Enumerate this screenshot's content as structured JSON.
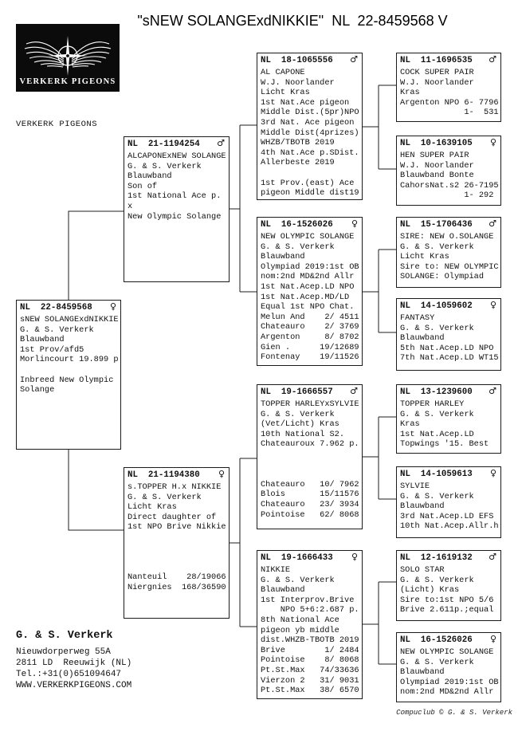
{
  "title": "\"sNEW SOLANGExdNIKKIE\"  NL  22-8459568 V",
  "logo": {
    "brand": "VERKERK PIGEONS"
  },
  "watermark": "VERKERK PIGEONS",
  "pedigree": {
    "subject": {
      "ring": "NL  22-8459568",
      "sex": "♀",
      "body": "sNEW SOLANGExdNIKKIE\nG. & S. Verkerk\nBlauwband\n1st Prov/afd5\nMorlincourt 19.899 p\n\nInbreed New Olympic\nSolange"
    },
    "sire": {
      "ring": "NL  21-1194254",
      "sex": "♂",
      "body": "ALCAPONExNEW SOLANGE\nG. & S. Verkerk\nBlauwband\nSon of\n1st National Ace p.\nx\nNew Olympic Solange"
    },
    "dam": {
      "ring": "NL  21-1194380",
      "sex": "♀",
      "body": "s.TOPPER H.x NIKKIE\nG. & S. Verkerk\nLicht Kras\nDirect daughter of\n1st NPO Brive Nikkie\n\n\n\n\nNanteuil    28/19066\nNiergnies  168/36590"
    },
    "sire_sire": {
      "ring": "NL  18-1065556",
      "sex": "♂",
      "body": "AL CAPONE\nW.J. Noorlander\nLicht Kras\n1st Nat.Ace pigeon\nMiddle Dist.(5pr)NPO\n3rd Nat. Ace pigeon\nMiddle Dist(4prizes)\nWHZB/TBOTB 2019\n4th Nat.Ace p.SDist.\nAllerbeste 2019\n\n1st Prov.(east) Ace\npigeon Middle dist19"
    },
    "sire_dam": {
      "ring": "NL  16-1526026",
      "sex": "♀",
      "body": "NEW OLYMPIC SOLANGE\nG. & S. Verkerk\nBlauwband\nOlympiad 2019:1st OB\nnom:2nd MD&2nd Allr\n1st Nat.Acep.LD NPO\n1st Nat.Acep.MD/LD\nEqual 1st NPO Chat.\nMelun And    2/ 4511\nChateauro    2/ 3769\nArgenton     8/ 8702\nGien .      19/12689\nFontenay    19/11526"
    },
    "dam_sire": {
      "ring": "NL  19-1666557",
      "sex": "♂",
      "body": "TOPPER HARLEYxSYLVIE\nG. & S. Verkerk\n(Vet/Licht) Kras\n10th National S2.\nChateauroux 7.962 p.\n\n\n\nChateauro   10/ 7962\nBlois       15/11576\nChateauro   23/ 3934\nPointoise   62/ 8068"
    },
    "dam_dam": {
      "ring": "NL  19-1666433",
      "sex": "♀",
      "body": "NIKKIE\nG. & S. Verkerk\nBlauwband\n1st Interprov.Brive\n    NPO 5+6:2.687 p.\n8th National Ace\npigeon yb middle\ndist.WHZB-TBOTB 2019\nBrive        1/ 2484\nPointoise    8/ 8068\nPt.St.Max   74/33636\nVierzon 2   31/ 9031\nPt.St.Max   38/ 6570"
    },
    "ss_sire": {
      "ring": "NL  11-1696535",
      "sex": "♂",
      "body": "COCK SUPER PAIR\nW.J. Noorlander\nKras\nArgenton NPO 6- 7796\n             1-  531"
    },
    "ss_dam": {
      "ring": "NL  10-1639105",
      "sex": "♀",
      "body": "HEN SUPER PAIR\nW.J. Noorlander\nBlauwband Bonte\nCahorsNat.s2 26-7195\n             1- 292"
    },
    "sd_sire": {
      "ring": "NL  15-1706436",
      "sex": "♂",
      "body": "SIRE: NEW O.SOLANGE\nG. & S. Verkerk\nLicht Kras\nSire to: NEW OLYMPIC\nSOLANGE: Olympiad"
    },
    "sd_dam": {
      "ring": "NL  14-1059602",
      "sex": "♀",
      "body": "FANTASY\nG. & S. Verkerk\nBlauwband\n5th Nat.Acep.LD NPO\n7th Nat.Acep.LD WT15"
    },
    "ds_sire": {
      "ring": "NL  13-1239600",
      "sex": "♂",
      "body": "TOPPER HARLEY\nG. & S. Verkerk\nKras\n1st Nat.Acep.LD\nTopwings '15. Best"
    },
    "ds_dam": {
      "ring": "NL  14-1059613",
      "sex": "♀",
      "body": "SYLVIE\nG. & S. Verkerk\nBlauwband\n3rd Nat.Acep.LD EFS\n10th Nat.Acep.Allr.h"
    },
    "dd_sire": {
      "ring": "NL  12-1619132",
      "sex": "♂",
      "body": "SOLO STAR\nG. & S. Verkerk\n(Licht) Kras\nSire to:1st NPO 5/6\nBrive 2.611p.;equal"
    },
    "dd_dam": {
      "ring": "NL  16-1526026",
      "sex": "♀",
      "body": "NEW OLYMPIC SOLANGE\nG. & S. Verkerk\nBlauwband\nOlympiad 2019:1st OB\nnom:2nd MD&2nd Allr"
    }
  },
  "footer": {
    "owner": "G. & S. Verkerk",
    "address_line1": "Nieuwdorperweg 55A",
    "address_line2": "2811 LD  Reeuwijk (NL)",
    "address_line3": "Tel.:+31(0)651094647",
    "address_line4": "WWW.VERKERKPIGEONS.COM",
    "credit": "Compuclub © G. & S. Verkerk"
  }
}
